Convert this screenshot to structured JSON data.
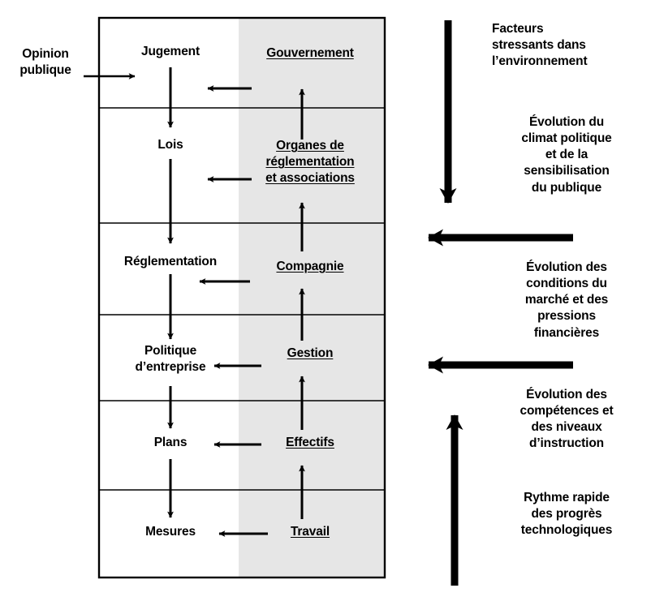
{
  "diagram": {
    "title_text_present": false,
    "external_input": {
      "label": "Opinion\npublique"
    },
    "matrix": {
      "rows": [
        {
          "left": "Jugement",
          "right": "Gouvernement"
        },
        {
          "left": "Lois",
          "right": "Organes de\nréglementation\net associations"
        },
        {
          "left": "Réglementation",
          "right": "Compagnie"
        },
        {
          "left": "Politique\nd’entreprise",
          "right": "Gestion"
        },
        {
          "left": "Plans",
          "right": "Effectifs"
        },
        {
          "left": "Mesures",
          "right": "Travail"
        }
      ]
    },
    "side_notes": [
      {
        "text": "Facteurs\nstressants dans\nl’environnement"
      },
      {
        "text": "Évolution du\nclimat politique\net de la\nsensibilisation\ndu publique"
      },
      {
        "text": "Évolution des\nconditions du\nmarché et des\npressions\nfinancières"
      },
      {
        "text": "Évolution des\ncompétences et\ndes niveaux\nd’instruction"
      },
      {
        "text": "Rythme rapide\ndes progrès\ntechnologiques"
      }
    ],
    "arrows": {
      "external_in": "opinion-publique-arrow",
      "down_big": "environment-pressure-down-arrow",
      "left_big_top": "political-climate-left-arrow",
      "left_big_mid": "market-conditions-left-arrow",
      "up_big": "skills-technology-up-arrow"
    },
    "colors": {
      "ink": "#000000",
      "panel_shade": "#e6e6e6",
      "panel_bg": "#ffffff",
      "border": "#000000"
    }
  }
}
